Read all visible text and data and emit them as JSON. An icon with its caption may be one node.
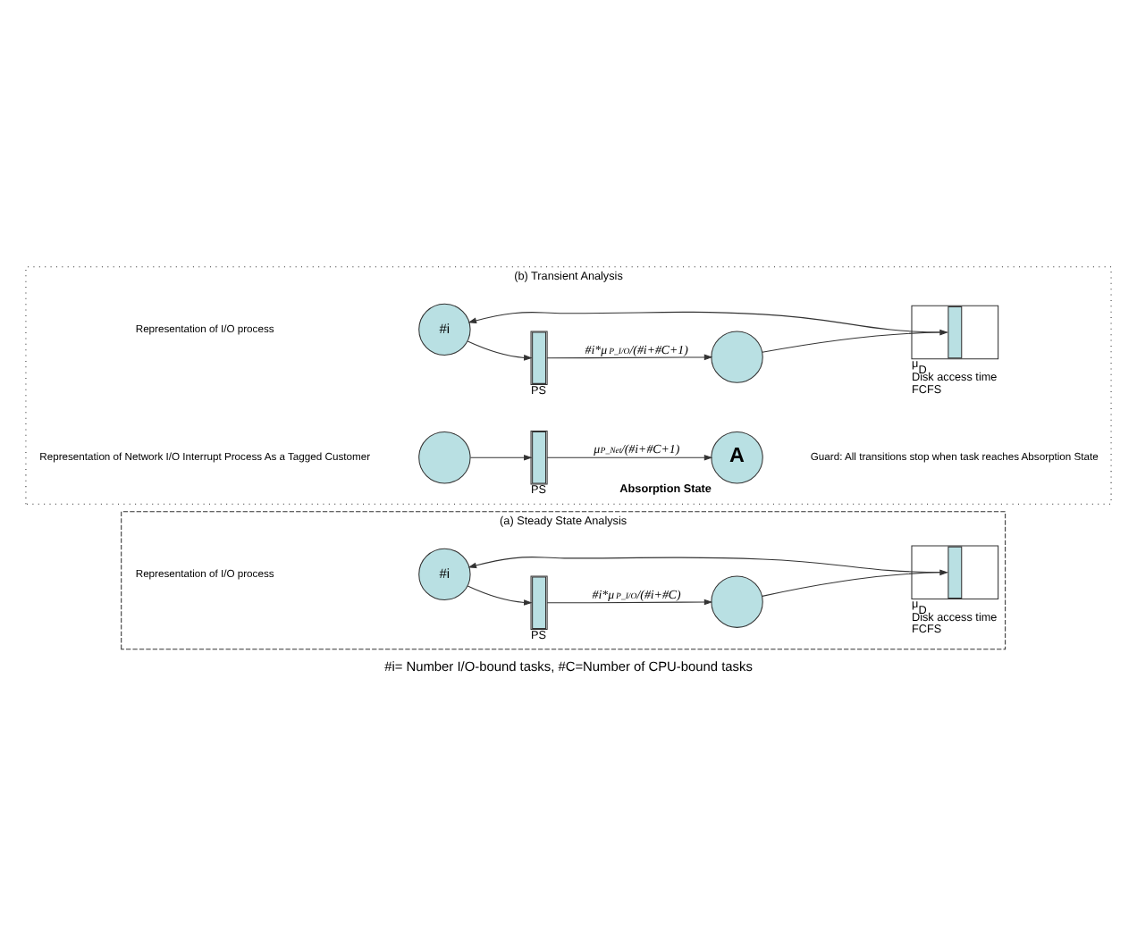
{
  "diagram": {
    "caption": "#i= Number I/O-bound tasks, #C=Number of CPU-bound tasks",
    "nodes": [
      {
        "text": [
          "(a) Steady State Analysis"
        ]
      },
      {
        "text": [
          "#i"
        ],
        "in": 0
      },
      {
        "text": [],
        "shape": "bar",
        "in": 0,
        "beside": [
          "PS"
        ]
      },
      {
        "text": [],
        "shape": "circle",
        "in": 0
      },
      {
        "text": [],
        "shape": "bar",
        "in": 0,
        "beside": [
          "μ$_{D}$",
          "Disk access time",
          "FCFS"
        ]
      },
      {
        "text": [
          "(b) Transient Analysis"
        ]
      },
      {
        "text": [
          "#i"
        ],
        "in": 5
      },
      {
        "text": [],
        "shape": "bar",
        "in": 5,
        "beside": [
          "PS"
        ]
      },
      {
        "text": [],
        "shape": "circle",
        "in": 5
      },
      {
        "text": [],
        "shape": "bar",
        "in": 5,
        "beside": [
          "μ$_{D}$",
          "Disk access time",
          "FCFS"
        ]
      },
      {
        "text": [],
        "shape": "circle",
        "in": 5
      },
      {
        "text": [],
        "shape": "bar",
        "in": 5,
        "beside": [
          "PS"
        ]
      },
      {
        "text": [
          "A"
        ],
        "in": 5,
        "beside": [
          "Absorption State"
        ]
      }
    ],
    "edges": [
      {
        "from": 1,
        "to": 2,
        "arrow": "to"
      },
      {
        "from": 2,
        "to": 3,
        "arrow": "to",
        "label": "#i*μ$_{P_I/O}$/(#i+#C)"
      },
      {
        "from": 3,
        "to": 4,
        "arrow": "to"
      },
      {
        "from": 4,
        "to": 1,
        "arrow": "to"
      },
      {
        "from": 6,
        "to": 7,
        "arrow": "to"
      },
      {
        "from": 7,
        "to": 8,
        "arrow": "to",
        "label": "#i*μ$_{P_I/O}$/(#i+#C+1)"
      },
      {
        "from": 8,
        "to": 9,
        "arrow": "to"
      },
      {
        "from": 9,
        "to": 6,
        "arrow": "to"
      },
      {
        "from": 10,
        "to": 11,
        "arrow": "to"
      },
      {
        "from": 11,
        "to": 12,
        "arrow": "to",
        "label": "μ$_{P_Net}$/(#i+#C+1)"
      }
    ],
    "labels": [
      "Representation of I/O process",
      "Representation of I/O process",
      "Representation of Network I/O Interrupt Process As a Tagged Customer",
      "Guard: All transitions stop when task reaches Absorption State"
    ]
  }
}
